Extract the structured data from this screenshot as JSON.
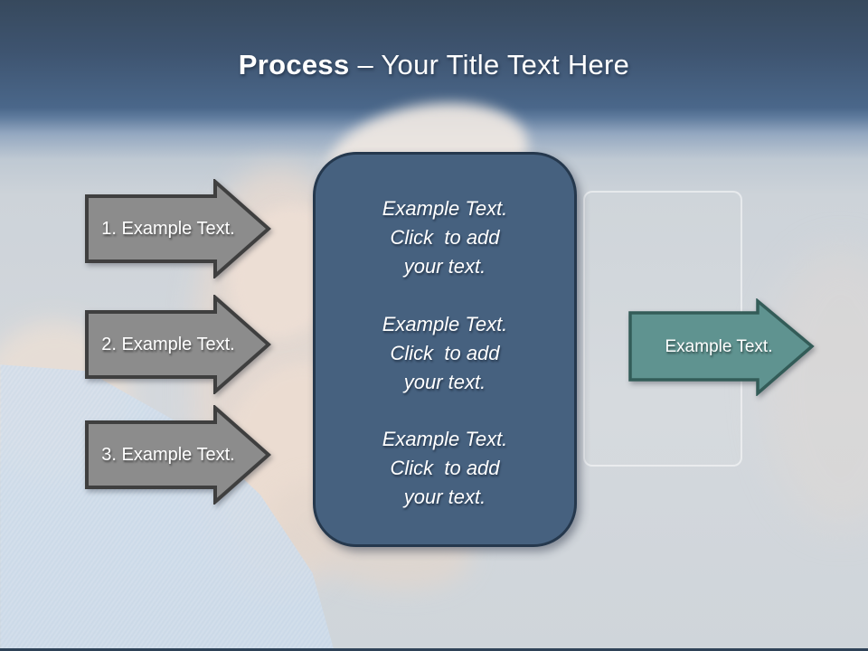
{
  "title": {
    "bold": "Process",
    "rest": "– Your Title Text Here"
  },
  "step_arrows": [
    {
      "label": "1. Example Text."
    },
    {
      "label": "2. Example Text."
    },
    {
      "label": "3. Example Text."
    }
  ],
  "center_panel": {
    "text_blocks": [
      "Example Text.\nClick  to add\nyour text.",
      "Example Text.\nClick  to add\nyour text.",
      "Example Text.\nClick  to add\nyour text."
    ]
  },
  "output_arrow": {
    "label": "Example Text."
  },
  "colors": {
    "header_top": "#37495d",
    "header_bottom": "#4a678a",
    "bg_light": "#d2d7dc",
    "arrow_gray_fill": "#8c8c8c",
    "arrow_gray_stroke": "#3f3f3f",
    "arrow_teal_fill": "#5f9390",
    "arrow_teal_stroke": "#335c58",
    "panel_fill": "#46617f",
    "panel_stroke": "#25384d",
    "text_white": "#ffffff"
  }
}
